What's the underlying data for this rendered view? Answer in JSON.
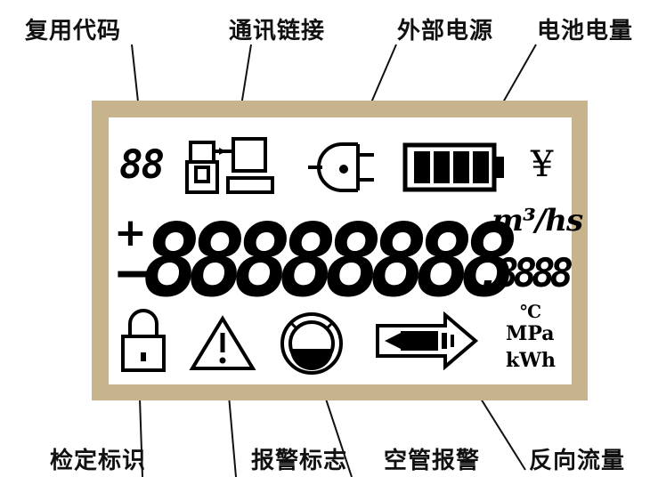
{
  "labels": {
    "reuse_code": "复用代码",
    "comm_link": "通讯链接",
    "external_power": "外部电源",
    "battery_level": "电池电量",
    "verification_mark": "检定标识",
    "alarm_flag": "报警标志",
    "empty_pipe_alarm": "空管报警",
    "reverse_flow": "反向流量"
  },
  "display": {
    "code_digits": "88",
    "plus_sign": "+",
    "minus_sign": "−",
    "main_digits": "88888888",
    "decimal_point": ".",
    "fraction_digits": "8888",
    "unit_flow": "m³/hs",
    "unit_temp": "℃",
    "unit_pressure": "MPa",
    "unit_energy": "kWh",
    "currency_symbol": "¥"
  },
  "colors": {
    "frame": "#c8b48c",
    "screen": "#ffffff",
    "ink": "#000000"
  }
}
